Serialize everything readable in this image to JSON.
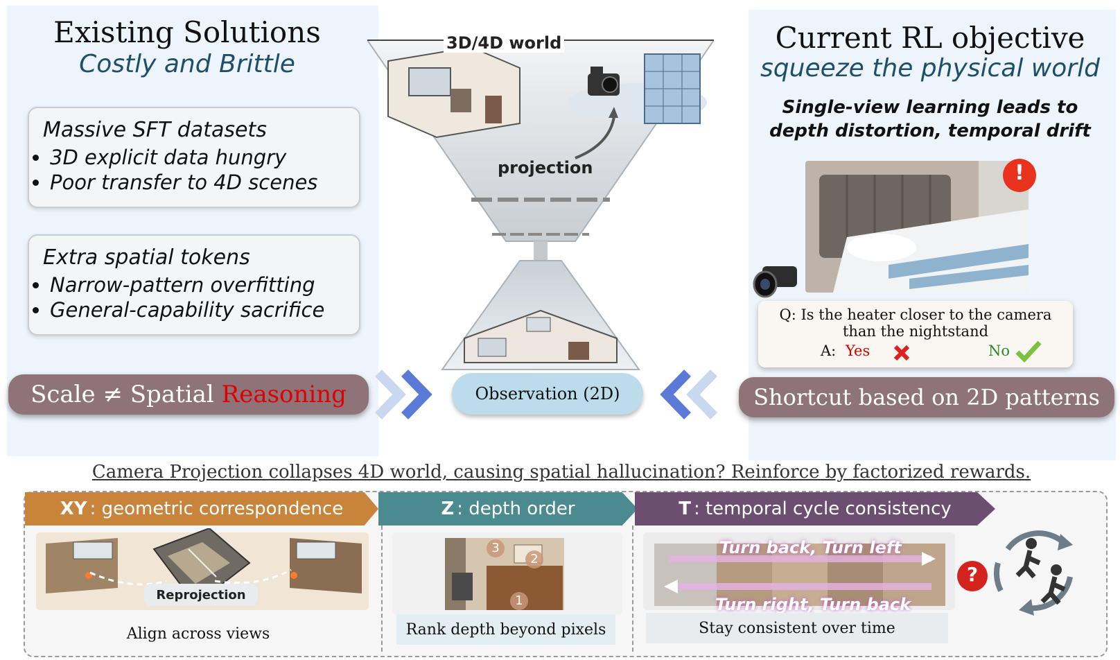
{
  "left": {
    "title": "Existing Solutions",
    "subtitle": "Costly and Brittle",
    "card1": {
      "head": "Massive SFT datasets",
      "items": [
        "3D explicit data hungry",
        "Poor transfer to 4D scenes"
      ]
    },
    "card2": {
      "head": "Extra spatial tokens",
      "items": [
        "Narrow-pattern overfitting",
        "General-capability sacrifice"
      ]
    },
    "pill_prefix": "Scale ≠ Spatial ",
    "pill_highlight": "Reasoning"
  },
  "center": {
    "world_label": "3D/4D world",
    "projection_label": "projection",
    "observation_label": "Observation (2D)"
  },
  "right": {
    "title": "Current RL objective",
    "subtitle": "squeeze the physical world",
    "statement_line1": "Single-view learning leads to",
    "statement_line2": "depth distortion, temporal drift",
    "warning_glyph": "!",
    "question_line1": "Q: Is the heater closer to the camera",
    "question_line2": "than the nightstand",
    "answer_prefix": "A:",
    "answer_wrong": "Yes",
    "answer_right": "No",
    "pill": "Shortcut based on 2D patterns"
  },
  "caption": "Camera Projection collapses 4D world, causing spatial hallucination? Reinforce by factorized rewards.",
  "bottom": {
    "xy": {
      "key": "XY",
      "label": ": geometric correspondence",
      "tag": "Reprojection",
      "caption": "Align across views"
    },
    "z": {
      "key": "Z",
      "label": ": depth order",
      "ranks": [
        "3",
        "2",
        "1"
      ],
      "caption": "Rank depth beyond pixels"
    },
    "t": {
      "key": "T",
      "label": ": temporal cycle consistency",
      "top_text": "Turn back, Turn left",
      "bottom_text": "Turn right, Turn back",
      "question_glyph": "?",
      "caption": "Stay consistent over time"
    }
  },
  "colors": {
    "xy_banner": "#c8843a",
    "z_banner": "#4b8a8e",
    "t_banner": "#6c4f70",
    "pill": "#8e7478",
    "observation": "#bcdcec",
    "reasoning_red": "#e00000",
    "wrong_red": "#d40000",
    "right_green": "#2a8a2a"
  }
}
